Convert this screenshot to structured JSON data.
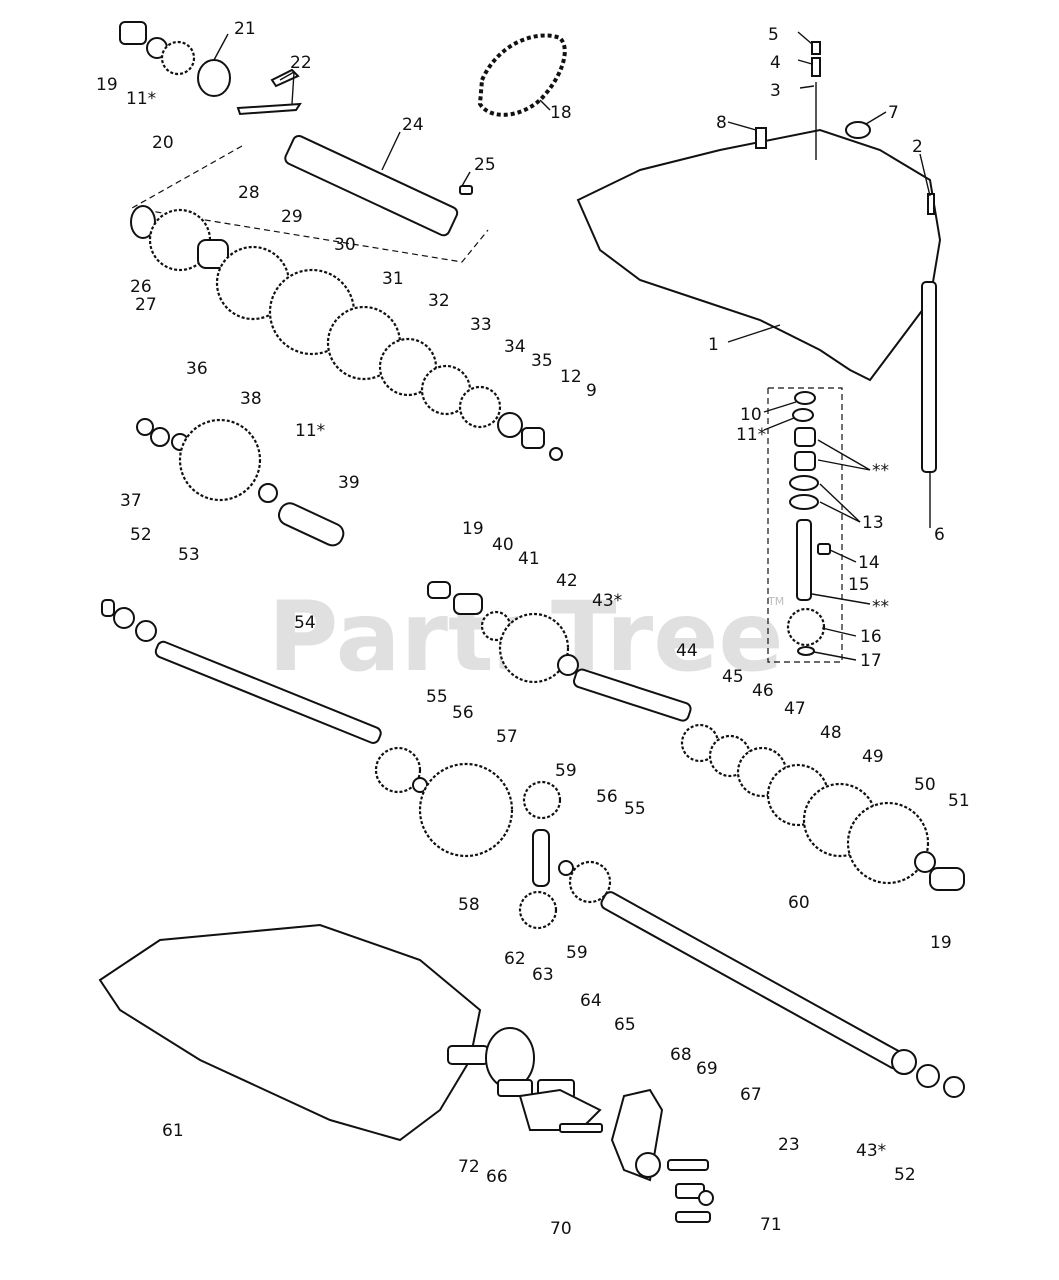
{
  "watermark": {
    "text": "PartsTree",
    "trademark": "TM"
  },
  "callouts": {
    "c1": "1",
    "c2": "2",
    "c3": "3",
    "c4": "4",
    "c5": "5",
    "c6": "6",
    "c7": "7",
    "c8": "8",
    "c9": "9",
    "c10": "10",
    "c11a": "11*",
    "c11b": "11*",
    "c11c": "11*",
    "c12": "12",
    "c13": "13",
    "c14": "14",
    "c15": "15",
    "c16": "16",
    "c17": "17",
    "c18": "18",
    "c19a": "19",
    "c19b": "19",
    "c19c": "19",
    "c20": "20",
    "c21": "21",
    "c22": "22",
    "c23": "23",
    "c24": "24",
    "c25": "25",
    "c26": "26",
    "c27": "27",
    "c28": "28",
    "c29": "29",
    "c30": "30",
    "c31": "31",
    "c32": "32",
    "c33": "33",
    "c34": "34",
    "c35": "35",
    "c36": "36",
    "c37": "37",
    "c38": "38",
    "c39": "39",
    "c40": "40",
    "c41": "41",
    "c42": "42",
    "c43a": "43*",
    "c43b": "43*",
    "c44": "44",
    "c45": "45",
    "c46": "46",
    "c47": "47",
    "c48": "48",
    "c49": "49",
    "c50": "50",
    "c51": "51",
    "c52a": "52",
    "c52b": "52",
    "c53": "53",
    "c54": "54",
    "c55a": "55",
    "c55b": "55",
    "c56a": "56",
    "c56b": "56",
    "c57": "57",
    "c58": "58",
    "c59a": "59",
    "c59b": "59",
    "c60": "60",
    "c61": "61",
    "c62": "62",
    "c63": "63",
    "c64": "64",
    "c65": "65",
    "c66": "66",
    "c67": "67",
    "c68": "68",
    "c69": "69",
    "c70": "70",
    "c71": "71",
    "c72": "72",
    "cStarA": "**",
    "cStarB": "**"
  }
}
